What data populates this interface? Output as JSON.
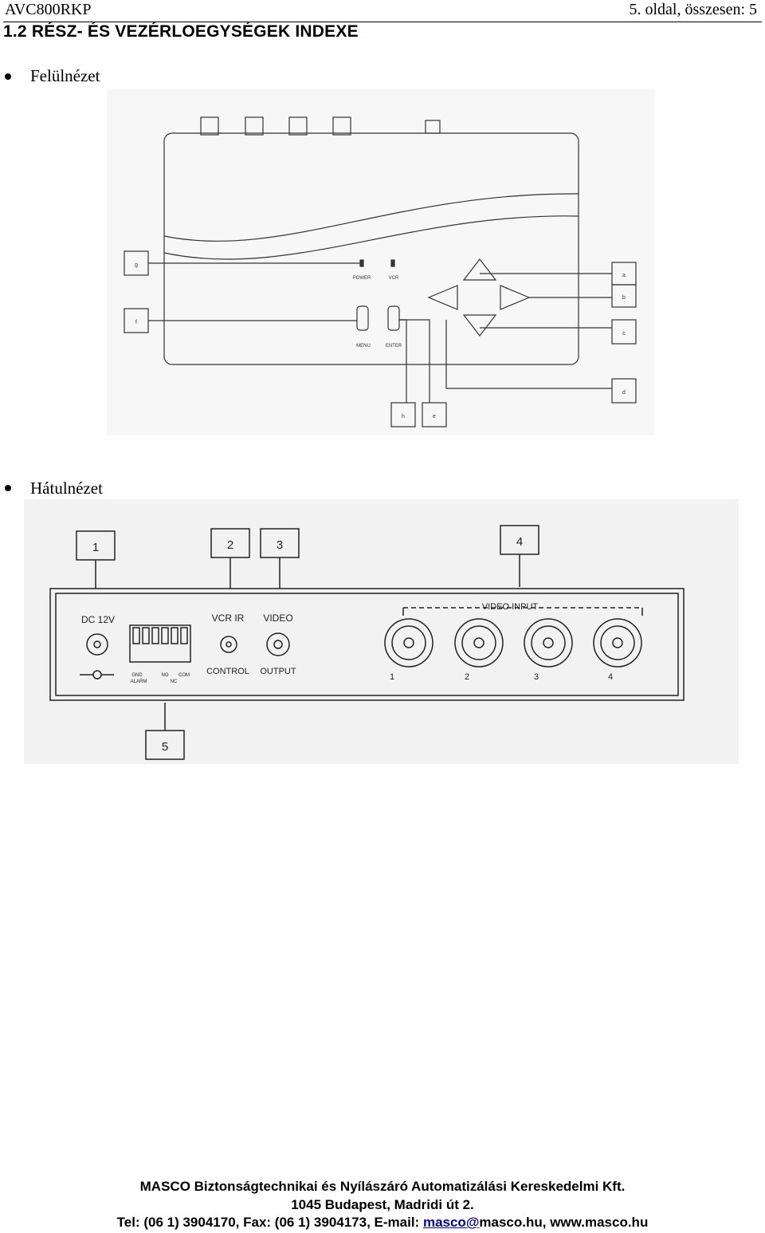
{
  "header": {
    "doc_code": "AVC800RKP",
    "page_info": "5. oldal, összesen: 5"
  },
  "section_title": "1.2 RÉSZ- ÉS VEZÉRLOEGYSÉGEK INDEXE",
  "top_view": {
    "label": "Felülnézet",
    "panel_labels": {
      "power": "POWER",
      "vcr": "VCR",
      "menu": "MENU",
      "enter": "ENTER"
    },
    "callouts": [
      "a",
      "b",
      "c",
      "d",
      "e",
      "f",
      "g",
      "h"
    ]
  },
  "rear_view": {
    "label": "Hátulnézet",
    "panel_labels": {
      "dc": "DC 12V",
      "vcr_ir": "VCR IR",
      "video": "VIDEO",
      "video_input": "VIDEO INPUT",
      "control": "CONTROL",
      "output": "OUTPUT",
      "gnd": "GND",
      "alarm": "ALARM",
      "no": "NO",
      "com": "COM",
      "nc": "NC"
    },
    "inputs": [
      "1",
      "2",
      "3",
      "4"
    ],
    "callouts": [
      "1",
      "2",
      "3",
      "4",
      "5"
    ]
  },
  "footer": {
    "line1": "MASCO Biztonságtechnikai és Nyílászáró Automatizálási Kereskedelmi Kft.",
    "line2": "1045 Budapest, Madridi út 2.",
    "line3_prefix": "Tel: (06 1) 3904170, Fax: (06 1) 3904173, E-mail: ",
    "email_link": "masco@",
    "line3_suffix": "masco.hu, www.masco.hu"
  }
}
